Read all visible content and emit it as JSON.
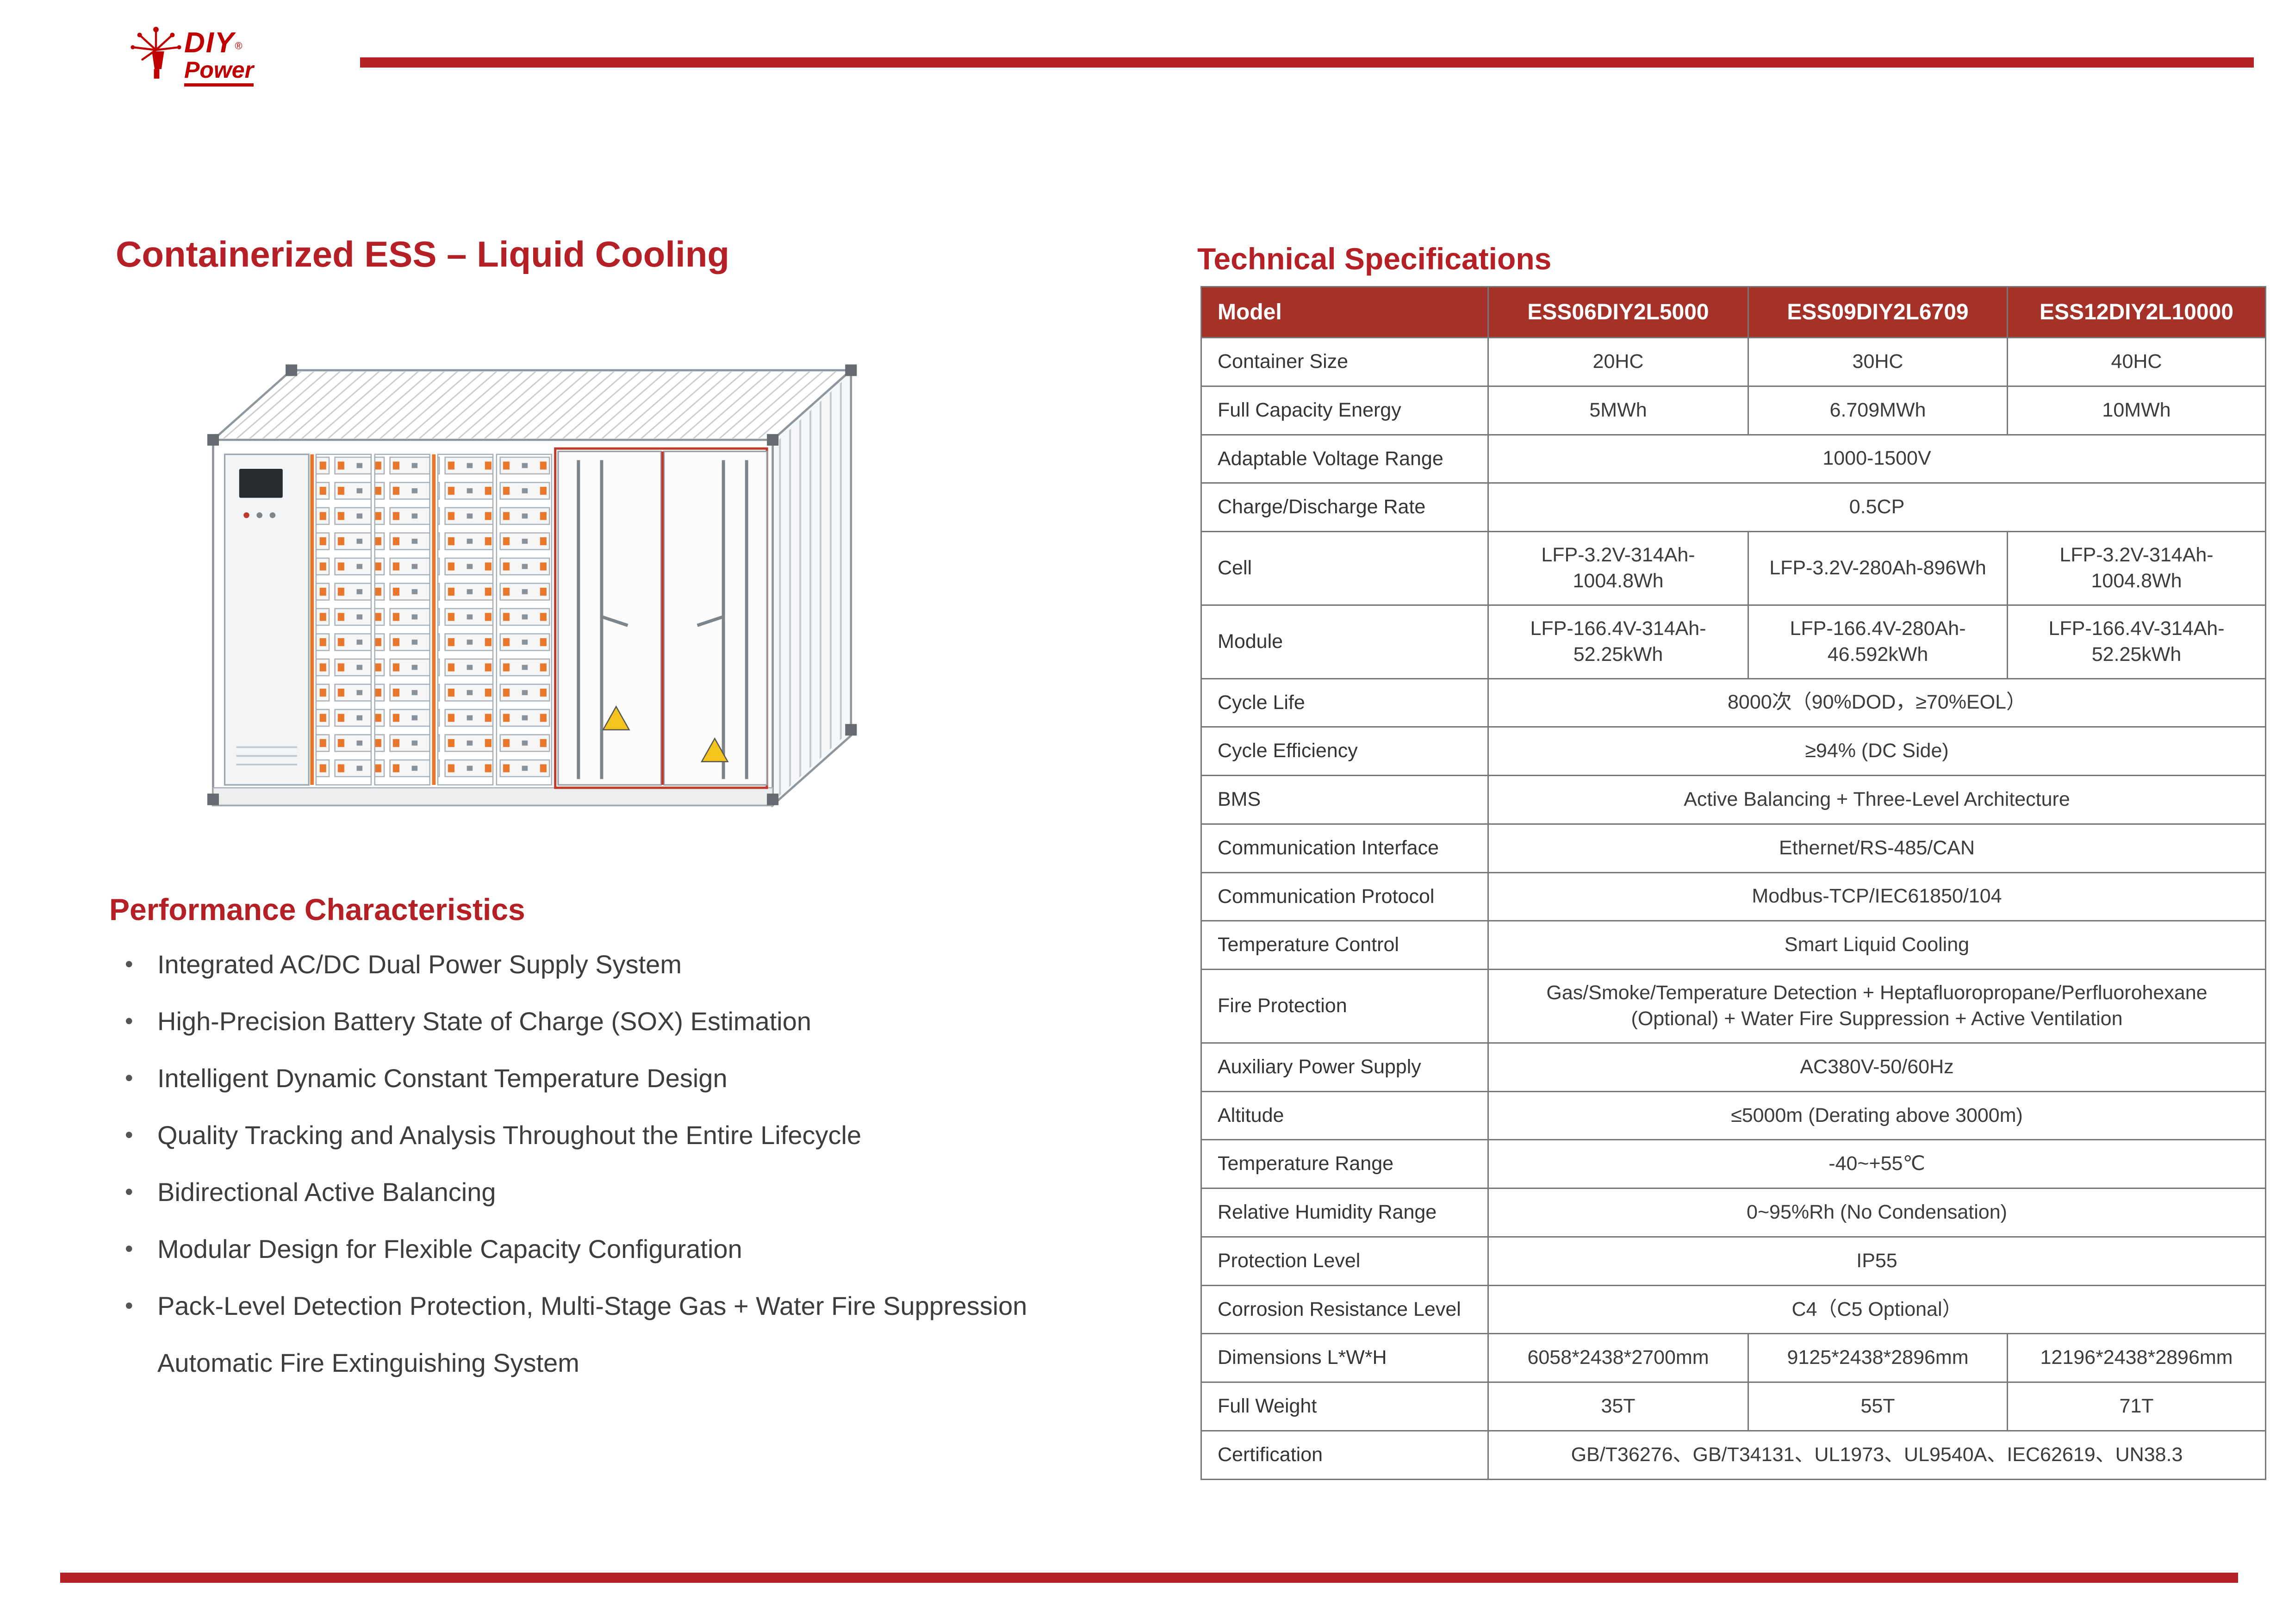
{
  "brand": {
    "name_top": "DIY",
    "registered": "®",
    "name_bottom": "Power"
  },
  "colors": {
    "heading_red": "#B42025",
    "rule_red": "#B42025",
    "table_header_bg": "#A53228",
    "connector_orange": "#E8762B",
    "door_seal_red": "#C0392B",
    "warning_yellow": "#F5C31D"
  },
  "left": {
    "title": "Containerized ESS – Liquid Cooling",
    "illustration": "containerized-ess-line-drawing",
    "section_title": "Performance Characteristics",
    "bullets": [
      "Integrated AC/DC Dual Power Supply System",
      "High-Precision Battery State of Charge (SOX) Estimation",
      "Intelligent Dynamic Constant Temperature Design",
      "Quality Tracking and Analysis Throughout the Entire Lifecycle",
      "Bidirectional Active Balancing",
      "Modular Design for Flexible Capacity Configuration",
      "Pack-Level Detection Protection, Multi-Stage Gas + Water Fire Suppression Automatic Fire Extinguishing System"
    ]
  },
  "right": {
    "section_title": "Technical Specifications",
    "table": {
      "header": {
        "label": "Model",
        "models": [
          "ESS06DIY2L5000",
          "ESS09DIY2L6709",
          "ESS12DIY2L10000"
        ]
      },
      "rows": [
        {
          "label": "Container Size",
          "values": [
            "20HC",
            "30HC",
            "40HC"
          ]
        },
        {
          "label": "Full Capacity Energy",
          "values": [
            "5MWh",
            "6.709MWh",
            "10MWh"
          ]
        },
        {
          "label": "Adaptable Voltage Range",
          "span": "1000-1500V"
        },
        {
          "label": "Charge/Discharge Rate",
          "span": "0.5CP"
        },
        {
          "label": "Cell",
          "values": [
            "LFP-3.2V-314Ah-1004.8Wh",
            "LFP-3.2V-280Ah-896Wh",
            "LFP-3.2V-314Ah-1004.8Wh"
          ]
        },
        {
          "label": "Module",
          "values": [
            "LFP-166.4V-314Ah-52.25kWh",
            "LFP-166.4V-280Ah-46.592kWh",
            "LFP-166.4V-314Ah-52.25kWh"
          ]
        },
        {
          "label": "Cycle Life",
          "span": "8000次（90%DOD，≥70%EOL）"
        },
        {
          "label": "Cycle Efficiency",
          "span": "≥94% (DC Side)"
        },
        {
          "label": "BMS",
          "span": "Active Balancing + Three-Level Architecture"
        },
        {
          "label": "Communication Interface",
          "span": "Ethernet/RS-485/CAN"
        },
        {
          "label": "Communication Protocol",
          "span": "Modbus-TCP/IEC61850/104"
        },
        {
          "label": "Temperature Control",
          "span": "Smart Liquid Cooling"
        },
        {
          "label": "Fire Protection",
          "span": "Gas/Smoke/Temperature Detection + Heptafluoropropane/Perfluorohexane (Optional) + Water Fire Suppression + Active Ventilation"
        },
        {
          "label": "Auxiliary Power Supply",
          "span": "AC380V-50/60Hz"
        },
        {
          "label": "Altitude",
          "span": "≤5000m (Derating above 3000m)"
        },
        {
          "label": "Temperature Range",
          "span": "-40~+55℃"
        },
        {
          "label": "Relative Humidity Range",
          "span": "0~95%Rh (No Condensation)"
        },
        {
          "label": "Protection Level",
          "span": "IP55"
        },
        {
          "label": "Corrosion Resistance Level",
          "span": "C4（C5 Optional）"
        },
        {
          "label": "Dimensions L*W*H",
          "values": [
            "6058*2438*2700mm",
            "9125*2438*2896mm",
            "12196*2438*2896mm"
          ]
        },
        {
          "label": "Full Weight",
          "values": [
            "35T",
            "55T",
            "71T"
          ]
        },
        {
          "label": "Certification",
          "span": "GB/T36276、GB/T34131、UL1973、UL9540A、IEC62619、UN38.3"
        }
      ]
    }
  }
}
